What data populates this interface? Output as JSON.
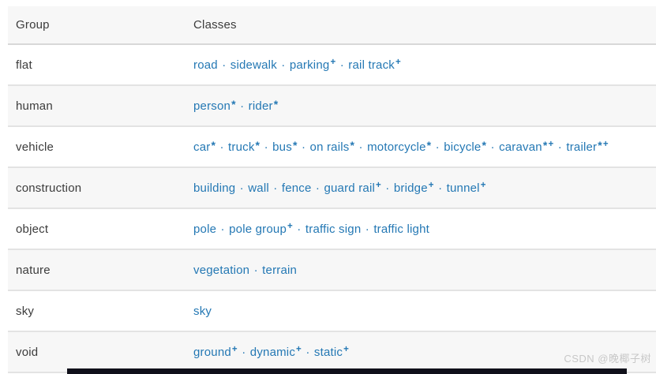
{
  "table": {
    "columns": [
      "Group",
      "Classes"
    ],
    "separator": "·",
    "rows": [
      {
        "group": "flat",
        "classes": [
          {
            "label": "road",
            "sup": ""
          },
          {
            "label": "sidewalk",
            "sup": ""
          },
          {
            "label": "parking",
            "sup": "+"
          },
          {
            "label": "rail track",
            "sup": "+"
          }
        ]
      },
      {
        "group": "human",
        "classes": [
          {
            "label": "person",
            "sup": "*"
          },
          {
            "label": "rider",
            "sup": "*"
          }
        ]
      },
      {
        "group": "vehicle",
        "classes": [
          {
            "label": "car",
            "sup": "*"
          },
          {
            "label": "truck",
            "sup": "*"
          },
          {
            "label": "bus",
            "sup": "*"
          },
          {
            "label": "on rails",
            "sup": "*"
          },
          {
            "label": "motorcycle",
            "sup": "*"
          },
          {
            "label": "bicycle",
            "sup": "*"
          },
          {
            "label": "caravan",
            "sup": "*+"
          },
          {
            "label": "trailer",
            "sup": "*+"
          }
        ]
      },
      {
        "group": "construction",
        "classes": [
          {
            "label": "building",
            "sup": ""
          },
          {
            "label": "wall",
            "sup": ""
          },
          {
            "label": "fence",
            "sup": ""
          },
          {
            "label": "guard rail",
            "sup": "+"
          },
          {
            "label": "bridge",
            "sup": "+"
          },
          {
            "label": "tunnel",
            "sup": "+"
          }
        ]
      },
      {
        "group": "object",
        "classes": [
          {
            "label": "pole",
            "sup": ""
          },
          {
            "label": "pole group",
            "sup": "+"
          },
          {
            "label": "traffic sign",
            "sup": ""
          },
          {
            "label": "traffic light",
            "sup": ""
          }
        ]
      },
      {
        "group": "nature",
        "classes": [
          {
            "label": "vegetation",
            "sup": ""
          },
          {
            "label": "terrain",
            "sup": ""
          }
        ]
      },
      {
        "group": "sky",
        "classes": [
          {
            "label": "sky",
            "sup": ""
          }
        ]
      },
      {
        "group": "void",
        "classes": [
          {
            "label": "ground",
            "sup": "+"
          },
          {
            "label": "dynamic",
            "sup": "+"
          },
          {
            "label": "static",
            "sup": "+"
          }
        ]
      }
    ]
  },
  "watermark": {
    "text": "CSDN @晚椰子树"
  },
  "colors": {
    "link_blue": "#2478b4",
    "text_dark": "#3c3c3c",
    "stripe_gray": "#f7f7f7",
    "divider_gray": "#e3e3e3",
    "watermark_gray": "#c8c8c8",
    "bottom_bar_dark": "#10101a"
  }
}
